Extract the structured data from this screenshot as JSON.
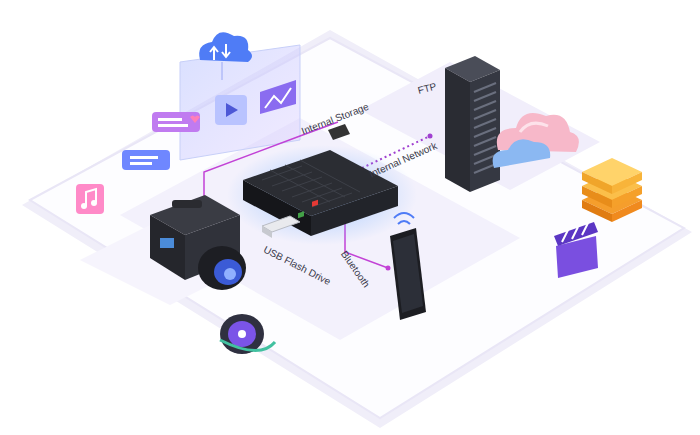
{
  "diagram": {
    "labels": [
      "Internal Storage",
      "Internal Network",
      "FTP",
      "USB Flash Drive",
      "Bluetooth"
    ]
  }
}
